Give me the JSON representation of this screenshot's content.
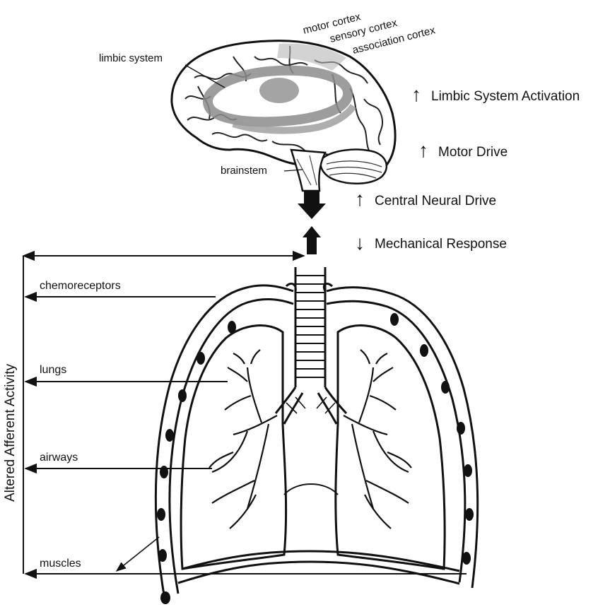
{
  "brain_labels": {
    "limbic_system": "limbic system",
    "motor_cortex": "motor cortex",
    "sensory_cortex": "sensory cortex",
    "association_cortex": "association cortex",
    "brainstem": "brainstem"
  },
  "effects": [
    {
      "arrow": "↑",
      "text": "Limbic System Activation"
    },
    {
      "arrow": "↑",
      "text": "Motor Drive"
    },
    {
      "arrow": "↑",
      "text": "Central Neural Drive"
    },
    {
      "arrow": "↓",
      "text": "Mechanical Response"
    }
  ],
  "afferent": {
    "axis_label": "Altered Afferent Activity",
    "inputs": [
      "chemoreceptors",
      "lungs",
      "airways",
      "muscles"
    ]
  }
}
